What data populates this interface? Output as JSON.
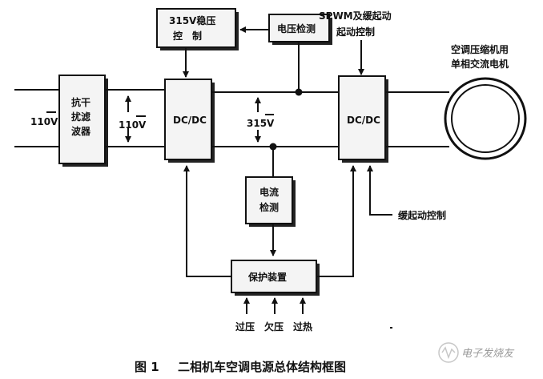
{
  "blocks": {
    "filter": [
      "抗干",
      "扰滤",
      "波器"
    ],
    "regulator": [
      "315V稳压",
      "控　制"
    ],
    "dcdc1": "DC/DC",
    "dcdc2": "DC/DC",
    "voltage_detect": "电压检测",
    "current_detect": [
      "电流",
      "检测"
    ],
    "protection": "保护装置"
  },
  "labels": {
    "input_voltage": "110V",
    "mid_voltage": "110V",
    "bus_voltage": "315V",
    "spwm": [
      "SPWM及缓起动",
      "起动控制"
    ],
    "motor": [
      "空调压缩机用",
      "单相交流电机"
    ],
    "soft_start": "缓起动控制",
    "fault_inputs": [
      "过压",
      "欠压",
      "过热"
    ]
  },
  "caption": {
    "number": "图 1",
    "title": "二相机车空调电源总体结构框图"
  },
  "watermark": "电子发烧友"
}
